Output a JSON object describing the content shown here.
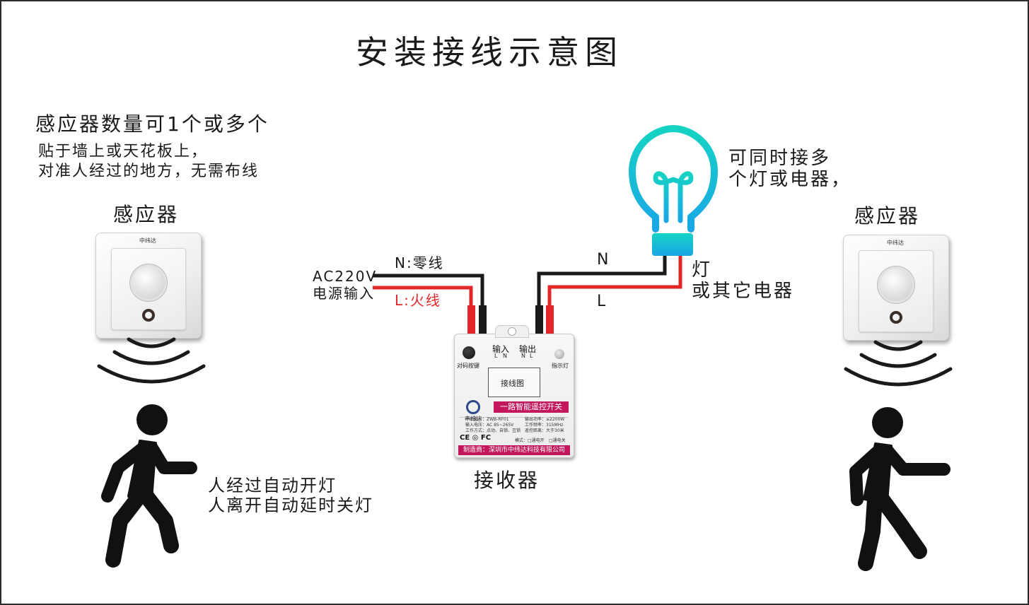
{
  "title": "安装接线示意图",
  "notes": {
    "sensor_count": "感应器数量可1个或多个",
    "mount_line1": "贴于墙上或天花板上，",
    "mount_line2": "对准人经过的地方，无需布线",
    "multi_line1": "可同时接多",
    "multi_line2": "个灯或电器，",
    "auto_line1": "人经过自动开灯",
    "auto_line2": "人离开自动延时关灯"
  },
  "labels": {
    "sensor_left": "感应器",
    "sensor_right": "感应器",
    "receiver": "接收器",
    "ac_input": "AC220V",
    "power_input": "电源输入",
    "neutral_in": "N:零线",
    "live_in": "L:火线",
    "neutral_out": "N",
    "live_out": "L",
    "lamp_line1": "灯",
    "lamp_line2": "或其它电器"
  },
  "receiver": {
    "brand_logo": "中纬达",
    "input": "输入",
    "output": "输出",
    "terminal_l": "L",
    "terminal_n": "N",
    "pair_button": "对码按键",
    "indicator": "指示灯",
    "wiring": "接线图",
    "product_name": "一路智能遥控开关",
    "model": "产品型号：ZWB-RF01",
    "voltage": "输入电压：AC 85~265V",
    "work_mode": "工作方式：点动、自锁、互锁",
    "power": "输出功率：≤2200W",
    "frequency": "工作频率：315MHz",
    "distance": "遥控距离：大于30米",
    "modes": "模式：",
    "mode_on": "□通电开",
    "mode_off": "□通电关",
    "certs": "CE  ◎  FC",
    "manufacturer": "制造商：深圳市中纬达科技有限公司"
  },
  "colors": {
    "live_wire": "#e3262a",
    "neutral_wire": "#1a1a1a",
    "bulb": "#18c8d8",
    "label_band": "#c2185b"
  },
  "icons": [
    "bulb-icon",
    "walking-person-icon",
    "motion-wave-icon",
    "pir-sensor-icon"
  ]
}
